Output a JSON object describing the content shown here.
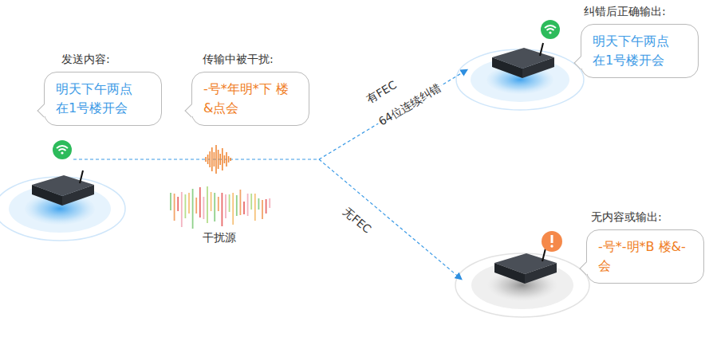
{
  "diagram": {
    "nodes": [
      {
        "text": [
          "发送内容:",
          "明天下午两点 在1号楼开会"
        ]
      },
      {
        "text": [
          "传输中被干扰:",
          "-号*年明*下 楼&点会"
        ]
      },
      {
        "text": [
          "纠错后正确输出:",
          "明天下午两点 在1号楼开会"
        ]
      },
      {
        "text": [
          "无内容或输出:",
          "-号*-明*B 楼&-会"
        ]
      }
    ],
    "labels": [
      "干扰源",
      "有FEC",
      "64位连续纠错",
      "无FEC"
    ]
  }
}
